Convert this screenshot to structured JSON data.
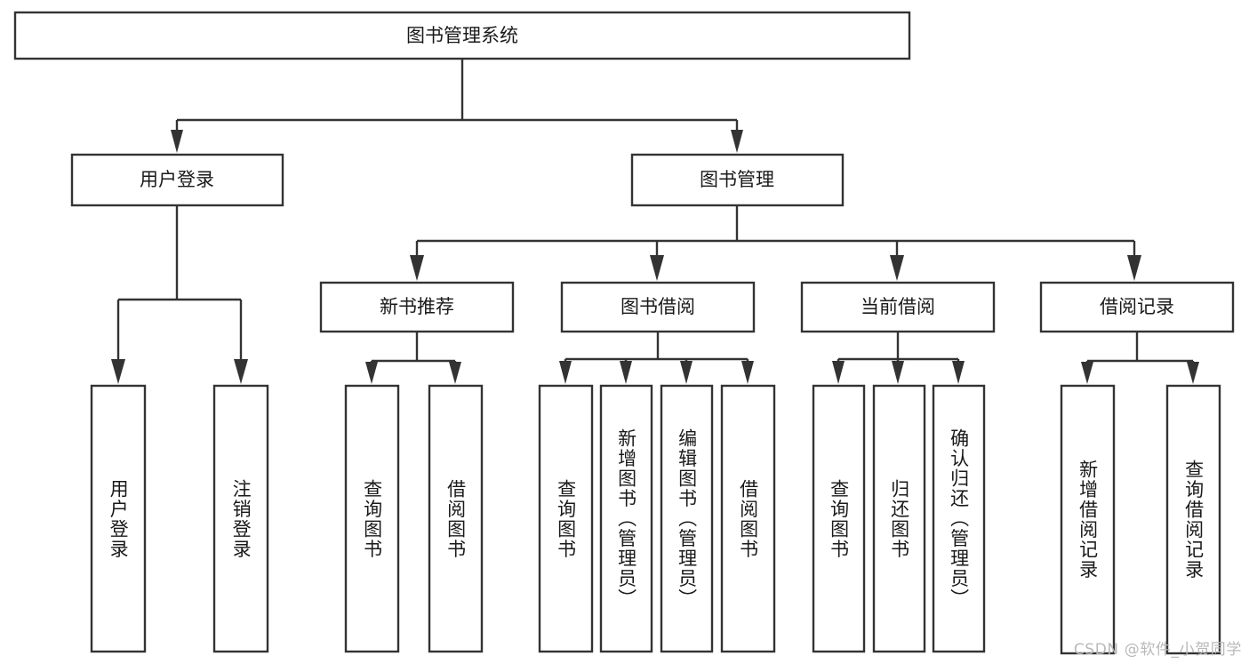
{
  "diagram": {
    "type": "hierarchy-tree",
    "title": "图书管理系统",
    "watermark": "CSDN @软件_小贺同学",
    "colors": {
      "stroke": "#333333",
      "fill": "#ffffff",
      "text": "#1a1a1a",
      "watermark": "#b9b9b9",
      "background": "#ffffff"
    },
    "levels": {
      "root": "图书管理系统",
      "level2": [
        "用户登录",
        "图书管理"
      ],
      "level3": [
        "新书推荐",
        "图书借阅",
        "当前借阅",
        "借阅记录"
      ]
    },
    "nodes": {
      "root": {
        "label": "图书管理系统",
        "orientation": "horizontal"
      },
      "user_login": {
        "label": "用户登录",
        "orientation": "horizontal"
      },
      "book_manage": {
        "label": "图书管理",
        "orientation": "horizontal"
      },
      "new_book_rec": {
        "label": "新书推荐",
        "orientation": "horizontal"
      },
      "book_borrow": {
        "label": "图书借阅",
        "orientation": "horizontal"
      },
      "current_borrow": {
        "label": "当前借阅",
        "orientation": "horizontal"
      },
      "borrow_record": {
        "label": "借阅记录",
        "orientation": "horizontal"
      },
      "leaf_1": {
        "label": "用户登录",
        "orientation": "vertical",
        "parent": "用户登录"
      },
      "leaf_2": {
        "label": "注销登录",
        "orientation": "vertical",
        "parent": "用户登录"
      },
      "leaf_3": {
        "label": "查询图书",
        "orientation": "vertical",
        "parent": "新书推荐"
      },
      "leaf_4": {
        "label": "借阅图书",
        "orientation": "vertical",
        "parent": "新书推荐"
      },
      "leaf_5": {
        "label": "查询图书",
        "orientation": "vertical",
        "parent": "图书借阅"
      },
      "leaf_6": {
        "label": "新增图书（管理员）",
        "orientation": "vertical",
        "parent": "图书借阅"
      },
      "leaf_7": {
        "label": "编辑图书（管理员）",
        "orientation": "vertical",
        "parent": "图书借阅"
      },
      "leaf_8": {
        "label": "借阅图书",
        "orientation": "vertical",
        "parent": "图书借阅"
      },
      "leaf_9": {
        "label": "查询图书",
        "orientation": "vertical",
        "parent": "当前借阅"
      },
      "leaf_10": {
        "label": "归还图书",
        "orientation": "vertical",
        "parent": "当前借阅"
      },
      "leaf_11": {
        "label": "确认归还（管理员）",
        "orientation": "vertical",
        "parent": "当前借阅"
      },
      "leaf_12": {
        "label": "新增借阅记录",
        "orientation": "vertical",
        "parent": "借阅记录"
      },
      "leaf_13": {
        "label": "查询借阅记录",
        "orientation": "vertical",
        "parent": "借阅记录"
      }
    }
  }
}
